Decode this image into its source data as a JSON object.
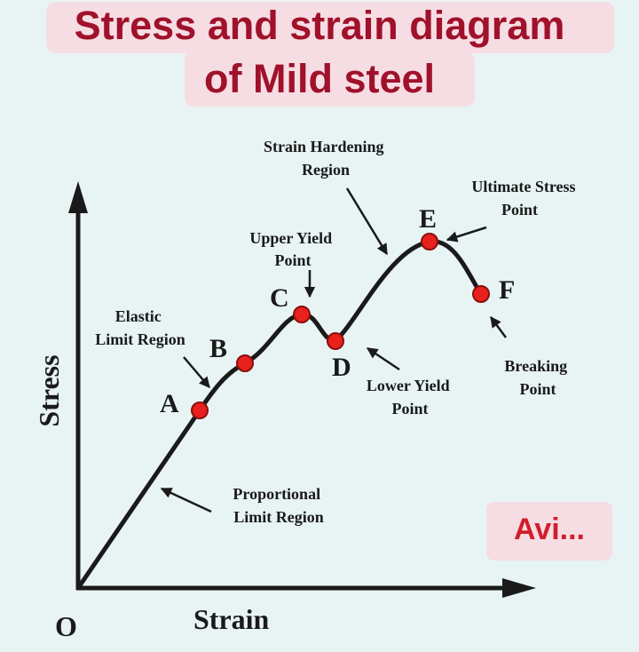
{
  "title": {
    "line1": "Stress and strain diagram",
    "line2": "of Mild steel",
    "color": "#a0112b",
    "background": "#f6dde3"
  },
  "axes": {
    "x_label": "Strain",
    "y_label": "Stress",
    "origin": "O"
  },
  "points": {
    "A": "A",
    "B": "B",
    "C": "C",
    "D": "D",
    "E": "E",
    "F": "F"
  },
  "annotations": {
    "proportional": [
      "Proportional",
      "Limit Region"
    ],
    "elastic": [
      "Elastic",
      "Limit Region"
    ],
    "upper_yield": [
      "Upper Yield",
      "Point"
    ],
    "strain_hardening": [
      "Strain Hardening",
      "Region"
    ],
    "ultimate": [
      "Ultimate Stress",
      "Point"
    ],
    "lower_yield": [
      "Lower Yield",
      "Point"
    ],
    "breaking": [
      "Breaking",
      "Point"
    ]
  },
  "watermark": "Avi...",
  "colors": {
    "background": "#e8f4f4",
    "curve": "#1a1a1a",
    "point_fill": "#e8211c",
    "point_stroke": "#8a0f0f",
    "watermark": "#d11e2b"
  }
}
